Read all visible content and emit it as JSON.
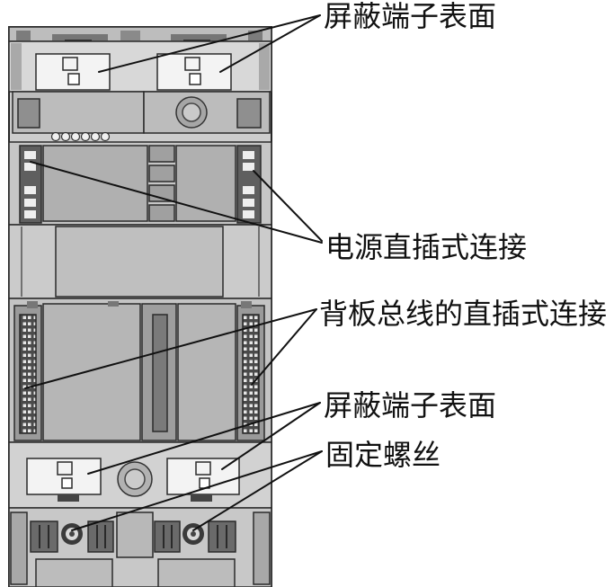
{
  "labels": {
    "shield_top": "屏蔽端子表面",
    "power_connection": "电源直插式连接",
    "backplane_connection": "背板总线的直插式连接",
    "shield_bottom": "屏蔽端子表面",
    "fixing_screws": "固定螺丝"
  }
}
